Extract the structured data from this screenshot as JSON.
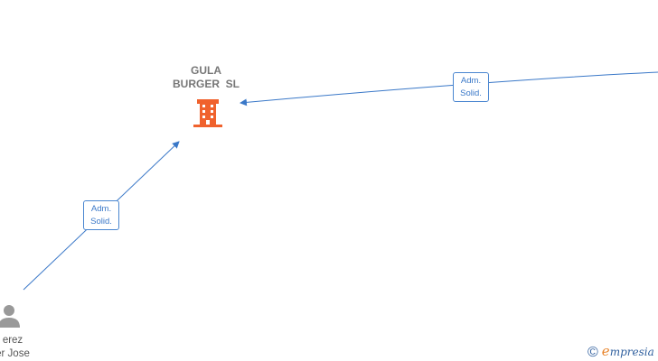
{
  "colors": {
    "edge": "#3a78c8",
    "company_icon": "#f0622d",
    "person_icon": "#999999",
    "brand_accent": "#e8852c",
    "brand_text": "#2f5f9e"
  },
  "company": {
    "name_line1": "GULA",
    "name_line2": "BURGER  SL",
    "icon": "building-icon"
  },
  "person": {
    "name_line1": "erez",
    "name_line2": "er Jose",
    "icon": "person-icon"
  },
  "edges": [
    {
      "label_line1": "Adm.",
      "label_line2": "Solid."
    },
    {
      "label_line1": "Adm.",
      "label_line2": "Solid."
    }
  ],
  "brand": {
    "copyright_symbol": "©",
    "logo_initial": "e",
    "logo_rest": "mpresia"
  }
}
